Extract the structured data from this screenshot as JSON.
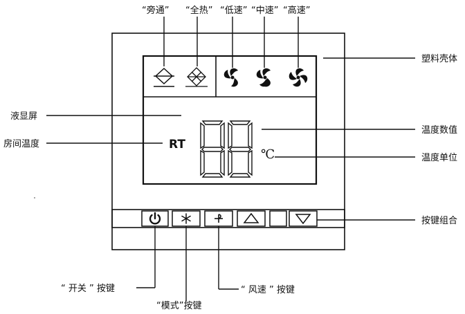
{
  "top_labels": {
    "bypass": "“旁通”",
    "full_heat": "“全热”",
    "low_speed": "“低速”",
    "mid_speed": "“中速”",
    "high_speed": "“高速”"
  },
  "callouts": {
    "housing": "塑料壳体",
    "lcd": "液显屏",
    "room_temp": "房间温度",
    "temp_value": "温度数值",
    "temp_unit": "温度单位",
    "button_group": "按键组合",
    "power_key": "“ 开关 ” 按键",
    "mode_key": "“模式”按键",
    "fan_key": "“ 风速 ” 按键"
  },
  "display": {
    "rt": "RT",
    "unit": "℃"
  },
  "icons": {
    "bypass": "bypass-icon",
    "full_heat": "full-heat-icon",
    "fan_low": "fan-low-icon",
    "fan_mid": "fan-mid-icon",
    "fan_high": "fan-high-icon",
    "power": "power-icon",
    "mode": "snowflake-icon",
    "fan_speed": "fan-speed-icon",
    "up": "triangle-up-icon",
    "down": "triangle-down-icon"
  }
}
